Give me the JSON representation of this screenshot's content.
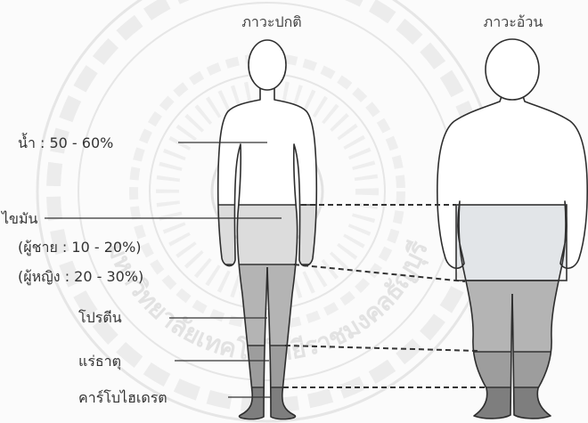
{
  "titles": {
    "normal": "ภาวะปกติ",
    "obese": "ภาวะอ้วน"
  },
  "labels": {
    "water": "น้ำ : 50 - 60%",
    "fat": "ไขมัน",
    "fat_male": "(ผู้ชาย : 10 - 20%)",
    "fat_female": "(ผู้หญิง : 20 - 30%)",
    "protein": "โปรตีน",
    "minerals": "แร่ธาตุ",
    "carbohydrate": "คาร์โบไฮเดรต"
  },
  "watermark": {
    "text": "มหาวิทยาลัยเทคโนโลยีราชมงคลธัญบุรี"
  },
  "colors": {
    "fat": "#dcdcdc",
    "fat_obese": "#e2e5e8",
    "protein": "#b4b4b4",
    "minerals": "#9d9d9d",
    "carbohydrate": "#7e7e7e"
  }
}
